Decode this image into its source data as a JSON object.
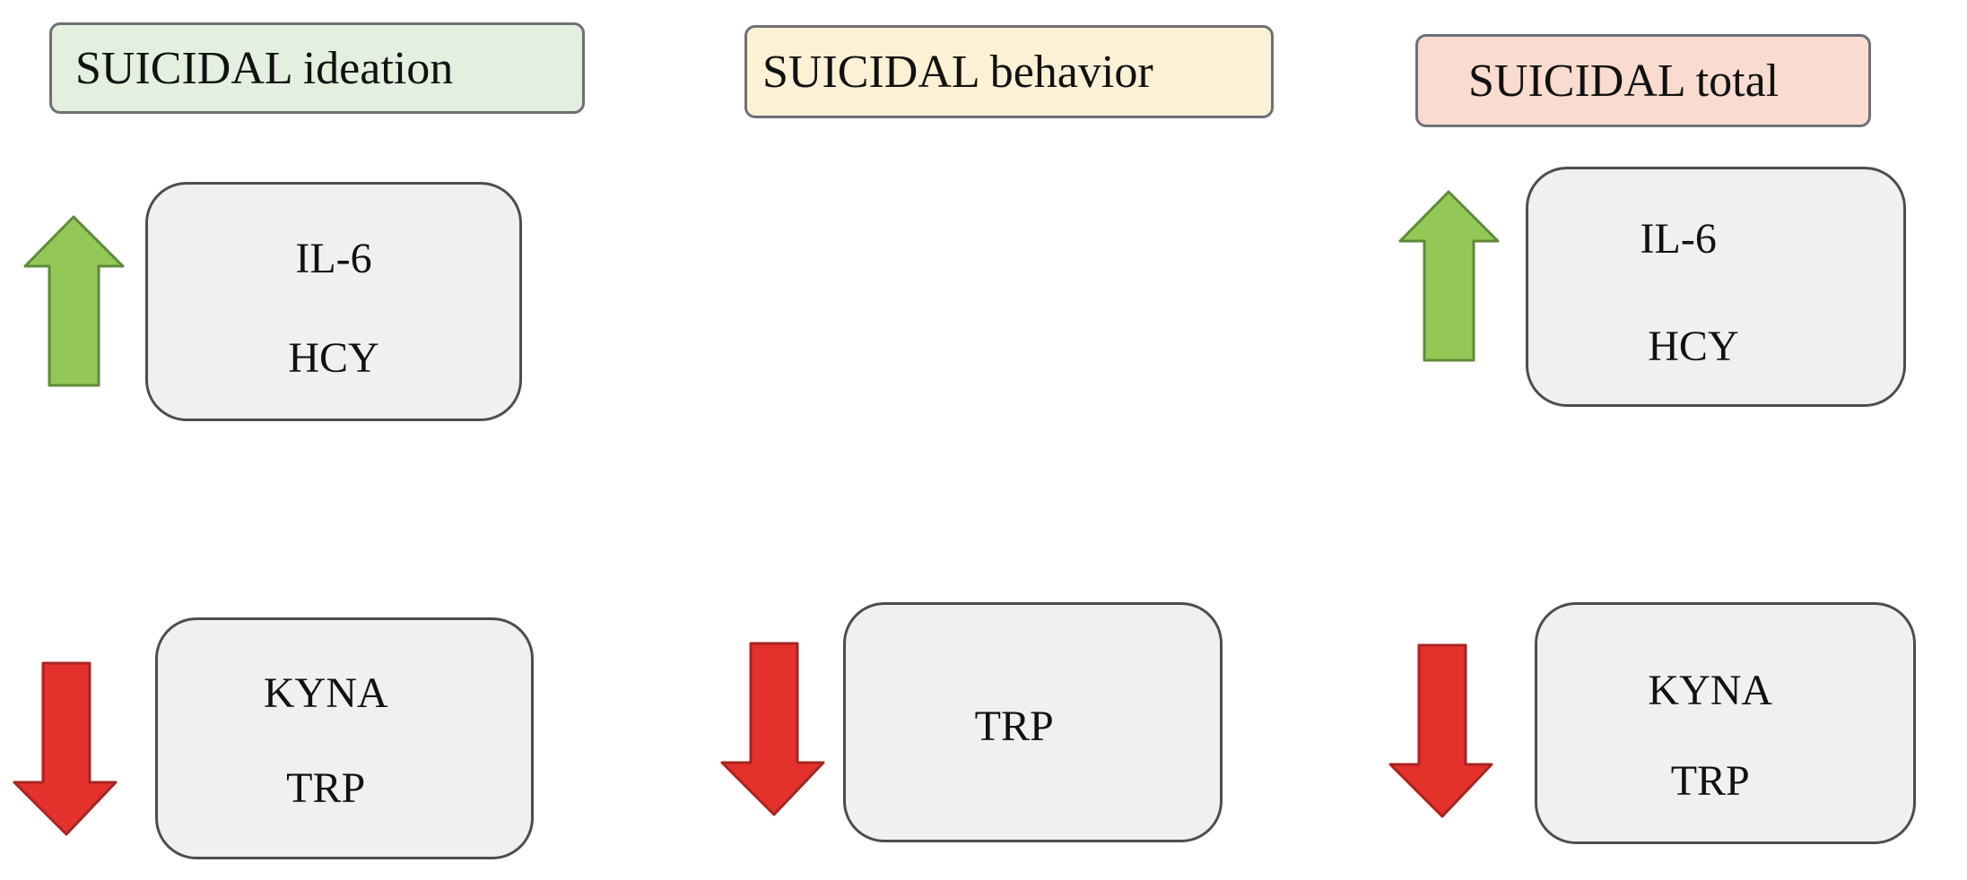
{
  "colors": {
    "ideation_header": "#e3f0df",
    "behavior_header": "#fdf1d5",
    "total_header": "#f9dccf",
    "box_fill": "#f0f0f0",
    "arrow_up": "#93c857",
    "arrow_down": "#e4312b"
  },
  "columns": [
    {
      "header": "SUICIDAL ideation",
      "increased": [
        "IL-6",
        "HCY"
      ],
      "decreased": [
        "KYNA",
        "TRP"
      ],
      "arrow_up": "arrow-up-icon",
      "arrow_down": "arrow-down-icon"
    },
    {
      "header": "SUICIDAL behavior",
      "decreased": [
        "TRP"
      ],
      "arrow_down": "arrow-down-icon"
    },
    {
      "header": "SUICIDAL total",
      "increased": [
        "IL-6",
        "HCY"
      ],
      "decreased": [
        "KYNA",
        "TRP"
      ],
      "arrow_up": "arrow-up-icon",
      "arrow_down": "arrow-down-icon"
    }
  ]
}
